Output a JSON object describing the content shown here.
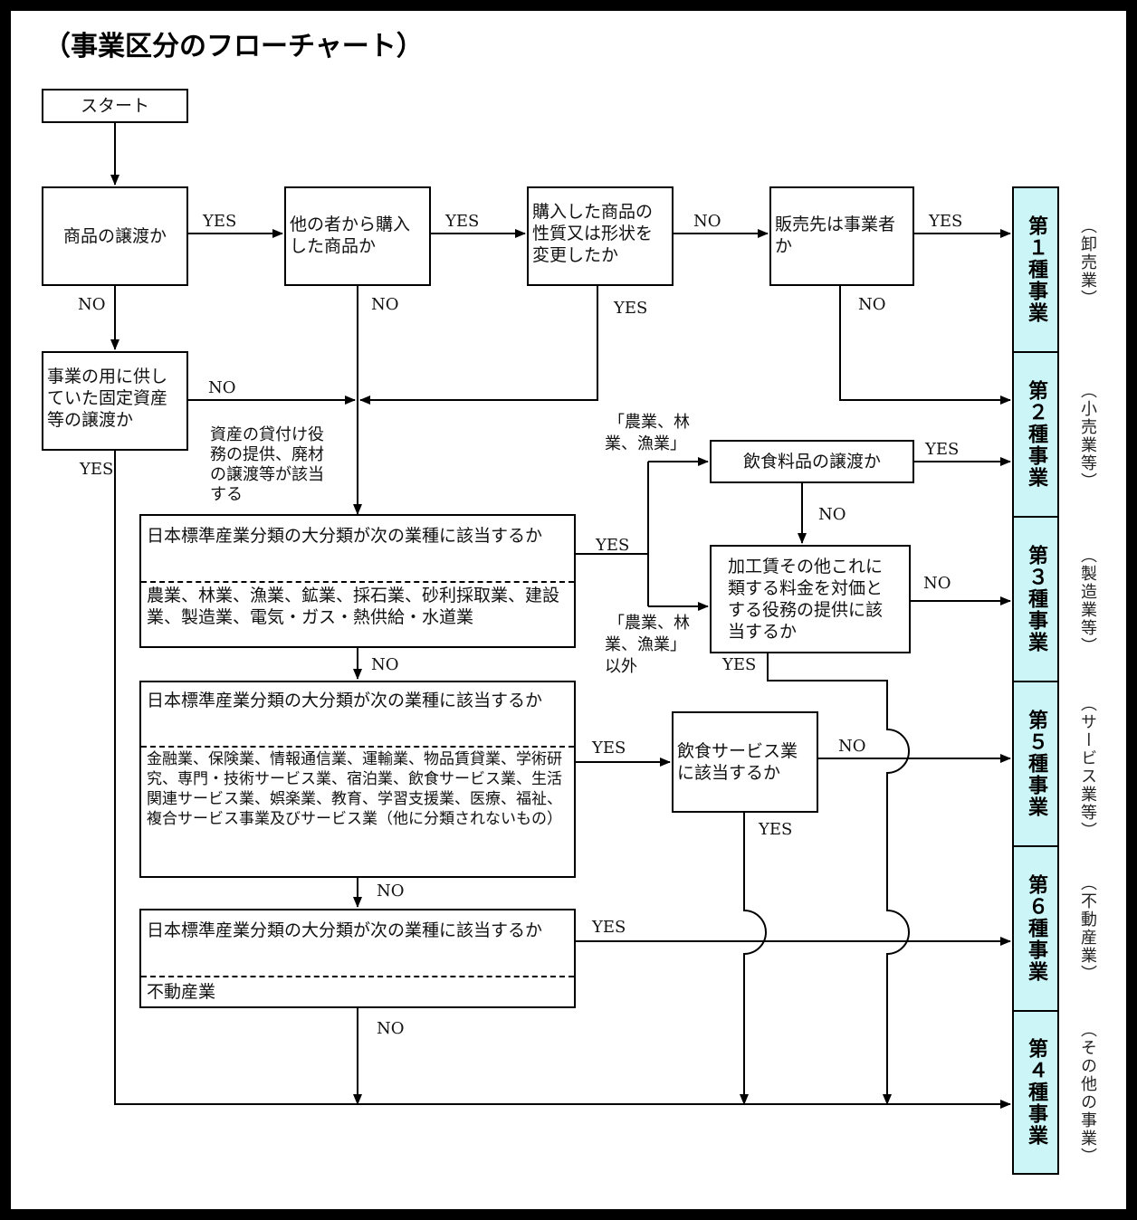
{
  "title": "（事業区分のフローチャート）",
  "nodes": {
    "start": "スタート",
    "q_goods": "商品の譲渡か",
    "q_purchased": "他の者から購入した商品か",
    "q_changed": "購入した商品の性質又は形状を変更したか",
    "q_buyer": "販売先は事業者か",
    "q_fixed_assets": "事業の用に供していた固定資産等の譲渡か",
    "q_food": "飲食料品の譲渡か",
    "q_processing": "加工賃その他これに類する料金を対価とする役務の提供に該当するか",
    "q_industry_a": "日本標準産業分類の大分類が次の業種に該当するか",
    "industry_a_list": "農業、林業、漁業、鉱業、採石業、砂利採取業、建設業、製造業、電気・ガス・熱供給・水道業",
    "q_industry_b": "日本標準産業分類の大分類が次の業種に該当するか",
    "industry_b_list": "金融業、保険業、情報通信業、運輸業、物品賃貸業、学術研究、専門・技術サービス業、宿泊業、飲食サービス業、生活関連サービス業、娯楽業、教育、学習支援業、医療、福祉、複合サービス事業及びサービス業（他に分類されないもの）",
    "q_food_service": "飲食サービス業に該当するか",
    "q_industry_c": "日本標準産業分類の大分類が次の業種に該当するか",
    "industry_c_list": "不動産業"
  },
  "labels": {
    "yes": "YES",
    "no": "NO"
  },
  "notes": {
    "assets_rental": "資産の貸付け役務の提供、廃材の譲渡等が該当する",
    "agri_line1": "「農業、林",
    "agri_line2": "業、漁業」",
    "non_agri_line1": "「農業、林",
    "non_agri_line2": "業、漁業」",
    "non_agri_line3": "以外"
  },
  "categories": [
    {
      "name": "第１種事業",
      "sub": "（卸売業）"
    },
    {
      "name": "第２種事業",
      "sub": "（小売業等）"
    },
    {
      "name": "第３種事業",
      "sub": "（製造業等）"
    },
    {
      "name": "第５種事業",
      "sub": "（サービス業等）"
    },
    {
      "name": "第６種事業",
      "sub": "（不動産業）"
    },
    {
      "name": "第４種事業",
      "sub": "（その他の事業）"
    }
  ],
  "colors": {
    "category_fill": "#ccf5f7",
    "line": "#000000"
  }
}
